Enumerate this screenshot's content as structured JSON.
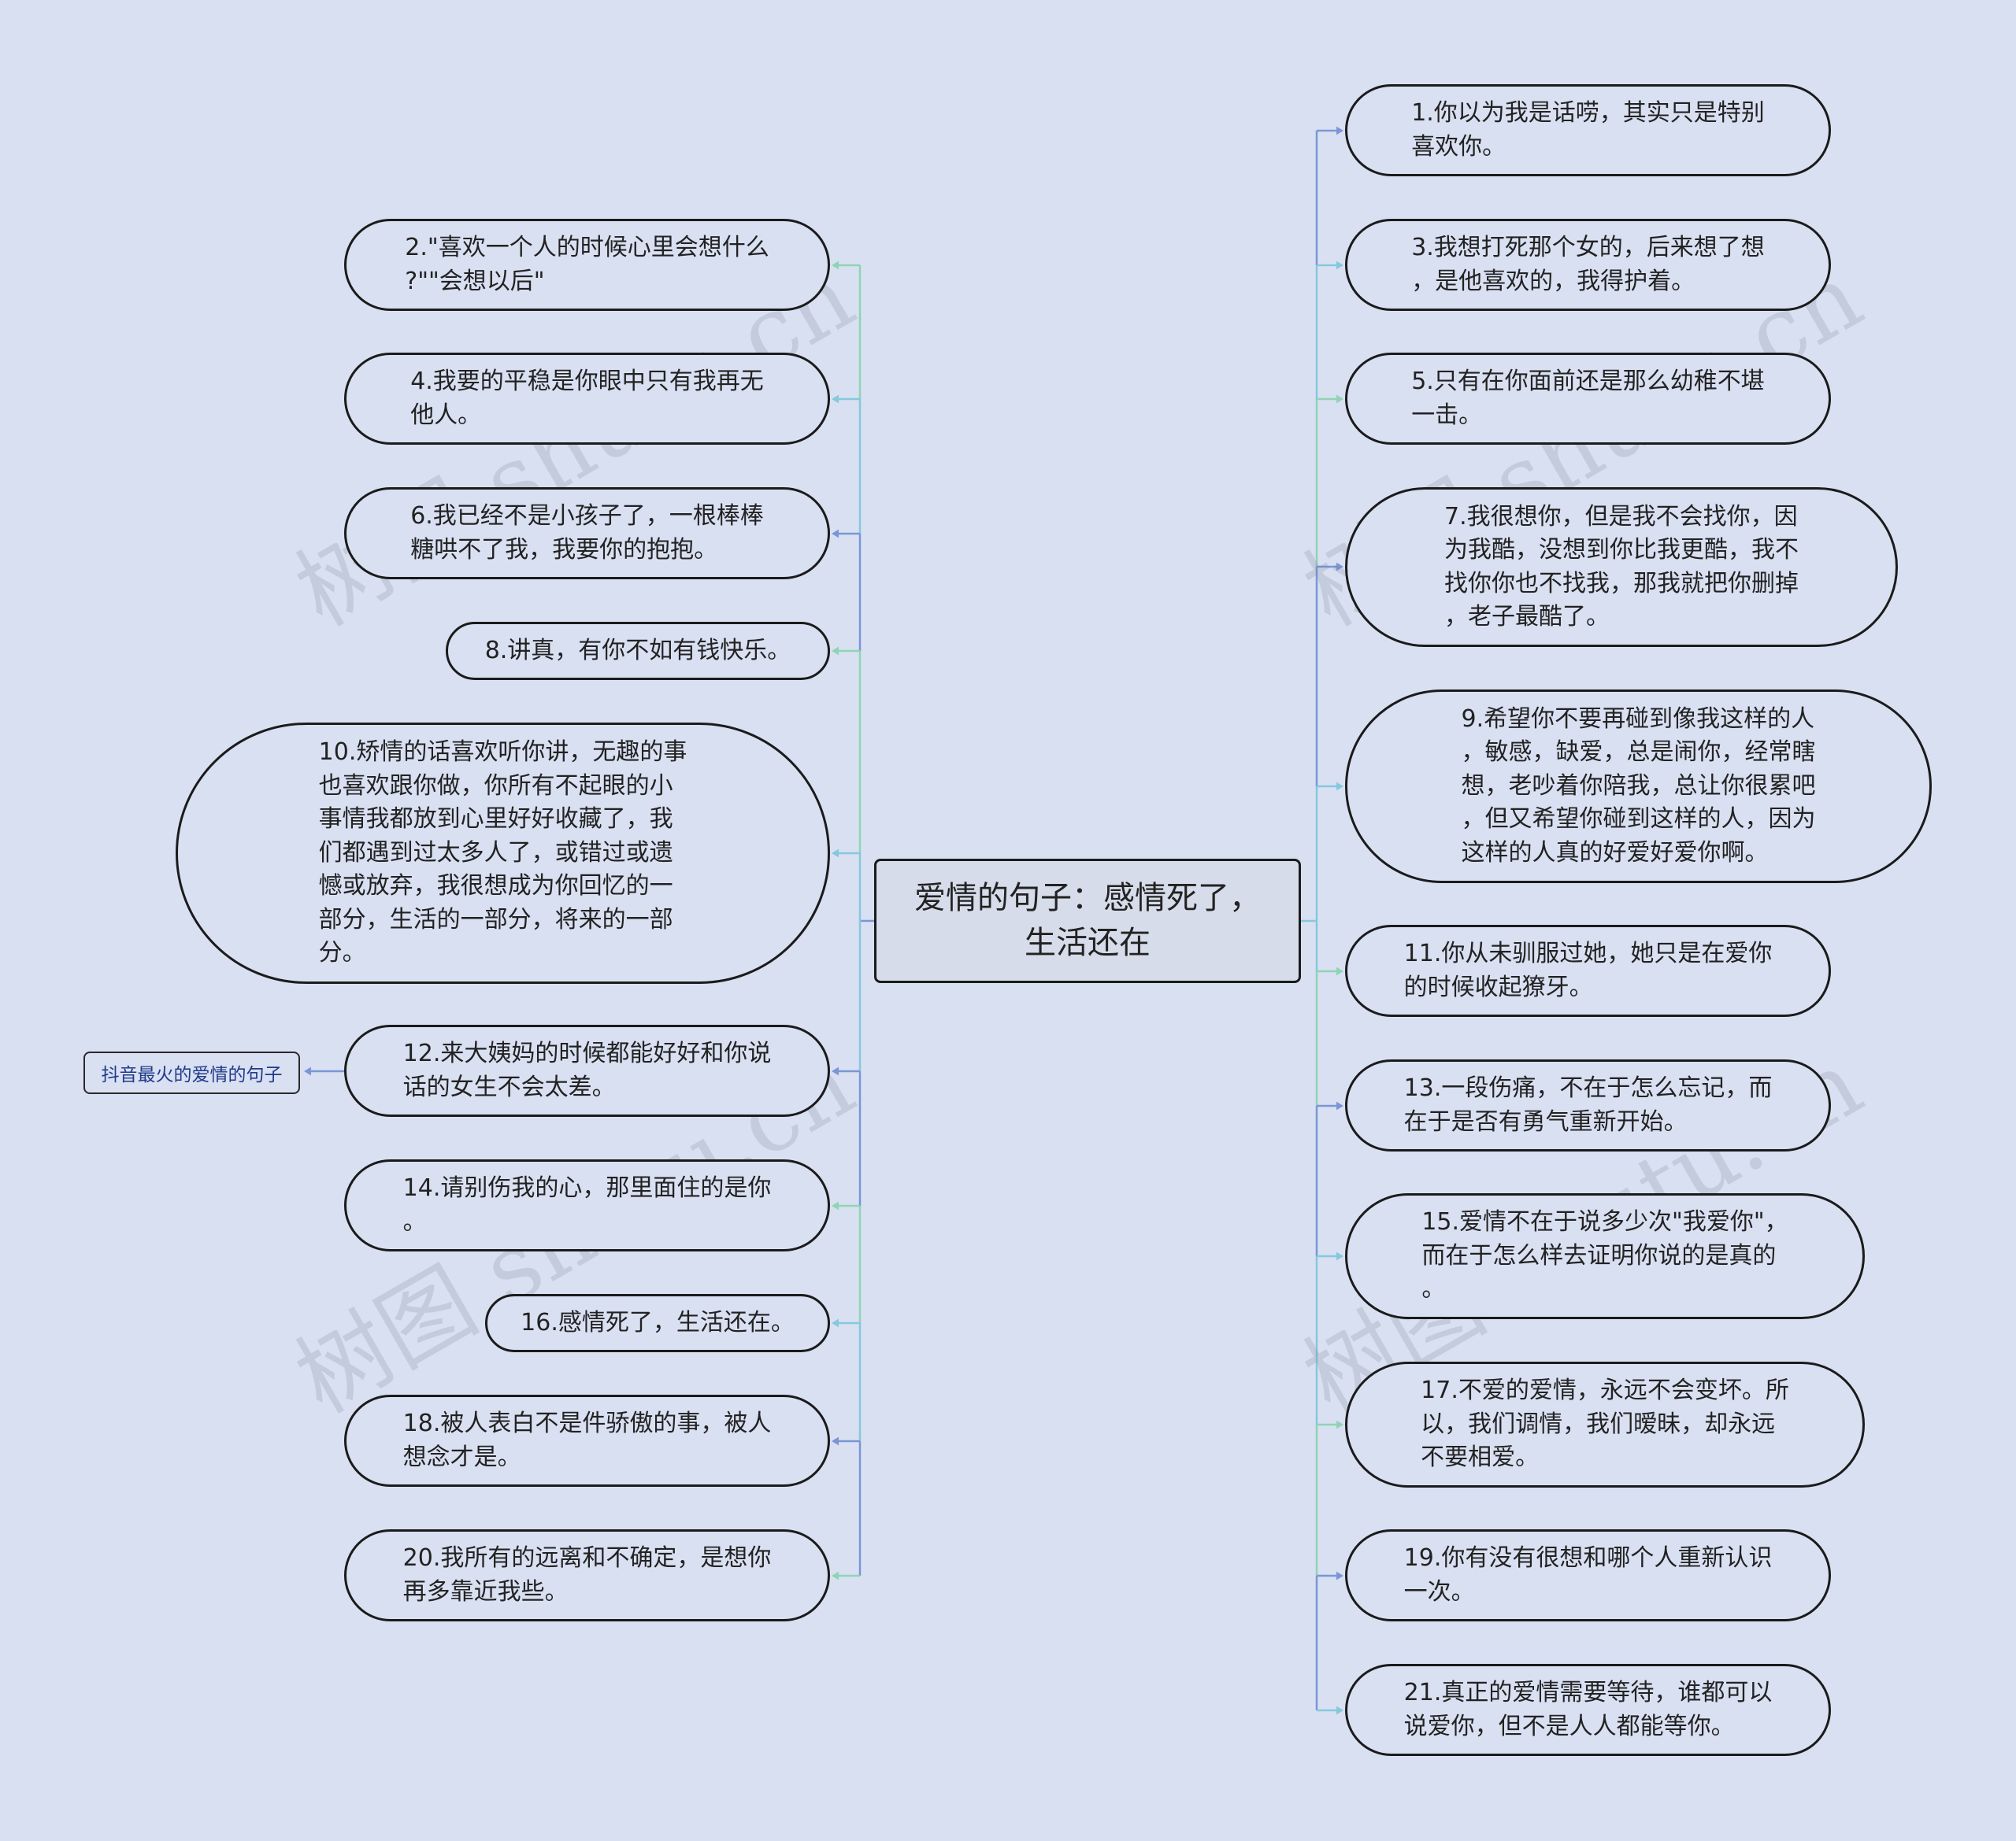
{
  "central": "爱情的句子：感情死了，\n生活还在",
  "left": [
    {
      "text": "2.\"喜欢一个人的时候心里会想什么\n?\"\"会想以后\""
    },
    {
      "text": "4.我要的平稳是你眼中只有我再无\n他人。"
    },
    {
      "text": "6.我已经不是小孩子了，一根棒棒\n糖哄不了我，我要你的抱抱。"
    },
    {
      "text": "8.讲真，有你不如有钱快乐。"
    },
    {
      "text": "10.矫情的话喜欢听你讲，无趣的事\n也喜欢跟你做，你所有不起眼的小\n事情我都放到心里好好收藏了，我\n们都遇到过太多人了，或错过或遗\n憾或放弃，我很想成为你回忆的一\n部分，生活的一部分，将来的一部\n分。"
    },
    {
      "text": "12.来大姨妈的时候都能好好和你说\n话的女生不会太差。"
    },
    {
      "text": "14.请别伤我的心，那里面住的是你\n。"
    },
    {
      "text": "16.感情死了，生活还在。"
    },
    {
      "text": "18.被人表白不是件骄傲的事，被人\n想念才是。"
    },
    {
      "text": "20.我所有的远离和不确定，是想你\n再多靠近我些。"
    }
  ],
  "right": [
    {
      "text": "1.你以为我是话唠，其实只是特别\n喜欢你。"
    },
    {
      "text": "3.我想打死那个女的，后来想了想\n，是他喜欢的，我得护着。"
    },
    {
      "text": "5.只有在你面前还是那么幼稚不堪\n一击。"
    },
    {
      "text": "7.我很想你，但是我不会找你，因\n为我酷，没想到你比我更酷，我不\n找你你也不找我，那我就把你删掉\n，老子最酷了。"
    },
    {
      "text": "9.希望你不要再碰到像我这样的人\n，敏感，缺爱，总是闹你，经常瞎\n想，老吵着你陪我，总让你很累吧\n，但又希望你碰到这样的人，因为\n这样的人真的好爱好爱你啊。"
    },
    {
      "text": "11.你从未驯服过她，她只是在爱你\n的时候收起獠牙。"
    },
    {
      "text": "13.一段伤痛，不在于怎么忘记，而\n在于是否有勇气重新开始。"
    },
    {
      "text": "15.爱情不在于说多少次\"我爱你\"，\n而在于怎么样去证明你说的是真的\n。"
    },
    {
      "text": "17.不爱的爱情，永远不会变坏。所\n以，我们调情，我们暧昧，却永远\n不要相爱。"
    },
    {
      "text": "19.你有没有很想和哪个人重新认识\n一次。"
    },
    {
      "text": "21.真正的爱情需要等待，谁都可以\n说爱你，但不是人人都能等你。"
    }
  ],
  "tag": "抖音最火的爱情的句子",
  "watermark": "树图 shutu.cn",
  "colors": {
    "background": "#d9e0f2",
    "line_blue": "#7b96d6",
    "line_teal": "#84c9dc",
    "line_green": "#8fd4b4",
    "tag_text": "#203a8a"
  }
}
